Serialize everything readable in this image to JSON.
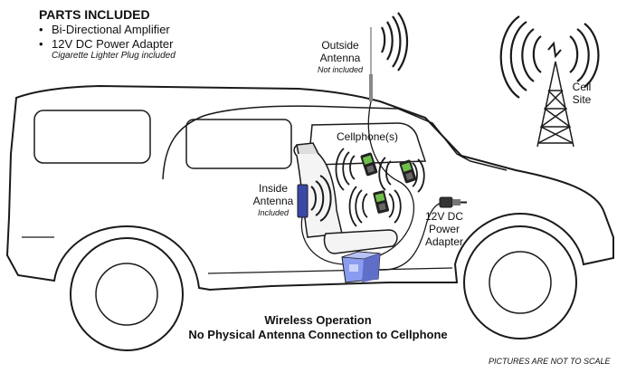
{
  "parts": {
    "title": "PARTS INCLUDED",
    "items": [
      {
        "bullet": "•",
        "label": "Bi-Directional Amplifier"
      },
      {
        "bullet": "•",
        "label": "12V DC Power Adapter"
      }
    ],
    "note": "Cigarette Lighter Plug included"
  },
  "outside_antenna": {
    "line1": "Outside",
    "line2": "Antenna",
    "note": "Not included"
  },
  "cell_site": {
    "line1": "Cell",
    "line2": "Site"
  },
  "cellphones": {
    "label": "Cellphone(s)"
  },
  "inside_antenna": {
    "line1": "Inside",
    "line2": "Antenna",
    "note": "Included"
  },
  "power_adapter": {
    "line1": "12V DC",
    "line2": "Power",
    "line3": "Adapter"
  },
  "caption": {
    "line1": "Wireless Operation",
    "line2": "No Physical Antenna Connection to Cellphone"
  },
  "scale_note": "PICTURES ARE NOT TO SCALE",
  "colors": {
    "line": "#1a1a1a",
    "amplifier": "#8a9cf0",
    "amplifier_dark": "#5f6fc8",
    "phone_screen": "#6fbf4a"
  }
}
